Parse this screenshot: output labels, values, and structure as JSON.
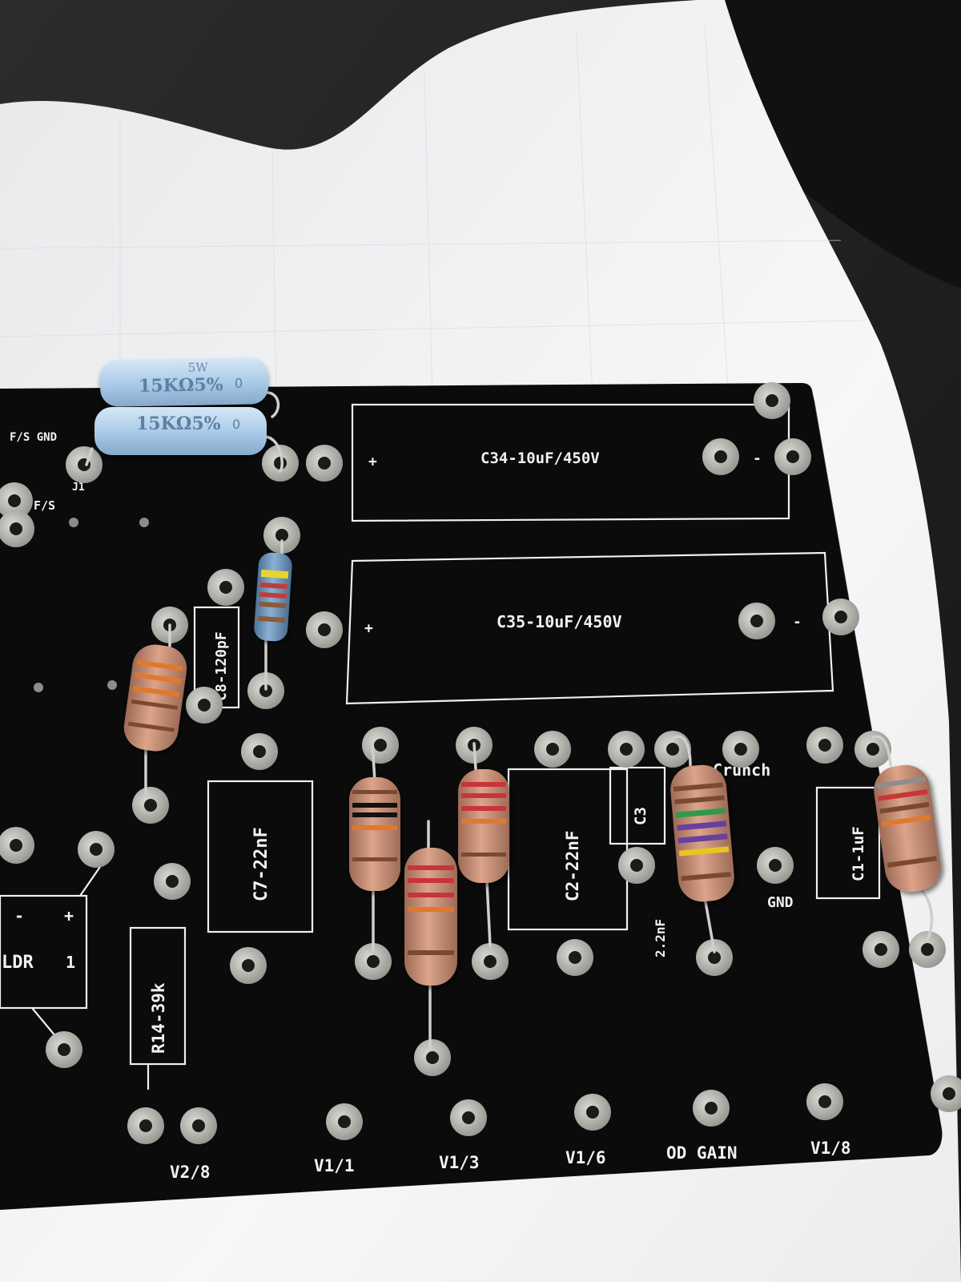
{
  "silkscreen": {
    "c34": "C34-10uF/450V",
    "c35": "C35-10uF/450V",
    "c34_plus": "+",
    "c34_minus": "-",
    "c35_plus": "+",
    "c35_minus": "-",
    "c8": "C8-120pF",
    "c7": "C7-22nF",
    "c2": "C2-22nF",
    "c3": "C3",
    "c3_value": "2.2nF",
    "c1": "C1-1uF",
    "r14": "R14-39k",
    "crunch": "Crunch",
    "gnd": "GND",
    "ldr": "LDR",
    "ldr_pin": "1",
    "ldr_minus": "-",
    "ldr_plus": "+",
    "fs_gnd": "F/S GND",
    "fs": "F/S",
    "j1": "J1"
  },
  "bottom_labels": [
    "V2/8",
    "V1/1",
    "V1/3",
    "V1/6",
    "OD GAIN",
    "V1/8"
  ],
  "power_resistor_marking": "15KΩ5%",
  "power_resistor_rating": "5W",
  "power_resistor_suffix": "0",
  "colors": {
    "pcb": "#0b0b0b",
    "silkscreen": "#f2f2f2",
    "pad": "#b9b9b4",
    "paper": "#f3f3f4",
    "table": "#1e1e1e",
    "resistor_body": "#c98f74",
    "power_resistor_body": "#a9cbe8",
    "small_resistor_body": "#6b93b8"
  }
}
